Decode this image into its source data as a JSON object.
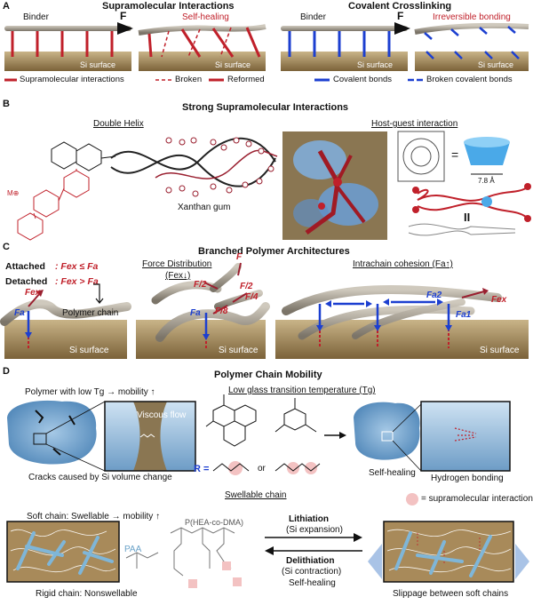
{
  "panel_a": {
    "letter": "A",
    "title_left": "Supramolecular Interactions",
    "title_right": "Covalent Crosslinking",
    "binder_1": "Binder",
    "binder_2": "Binder",
    "force_1": "F",
    "force_2": "F",
    "self_healing": "Self-healing",
    "irreversible": "Irreversible bonding",
    "surface_1": "Si surface",
    "surface_2": "Si surface",
    "surface_3": "Si surface",
    "surface_4": "Si surface",
    "legend": {
      "supramolecular": "Supramolecular interactions",
      "broken": "Broken",
      "reformed": "Reformed",
      "covalent": "Covalent bonds",
      "broken_covalent": "Broken covalent  bonds"
    }
  },
  "panel_b": {
    "letter": "B",
    "title": "Strong Supramolecular Interactions",
    "double_helix": "Double Helix",
    "host_guest": "Host-guest interaction",
    "xanthan": "Xanthan gum",
    "angstrom": "7.8 Å",
    "eq": "=",
    "parallel": "II",
    "m_plus": "M⊕"
  },
  "panel_c": {
    "letter": "C",
    "title": "Branched Polymer Architectures",
    "attached_label": "Attached",
    "attached_formula": ": Fex ≤ Fa",
    "detached_label": "Detached",
    "detached_formula": ": Fex > Fa",
    "force_distribution": "Force Distribution",
    "fex_down": "(Fex↓)",
    "intrachain": "Intrachain cohesion (Fa↑)",
    "polymer_chain": "Polymer chain",
    "fex": "Fex",
    "fa": "Fa",
    "f": "F",
    "f2a": "F/2",
    "f2b": "F/2",
    "f4": "F/4",
    "f8": "F/8",
    "fa_mid": "Fa",
    "fa2": "Fa2",
    "fa1": "Fa1",
    "fex_right": "Fex",
    "surface_1": "Si surface",
    "surface_2": "Si surface",
    "surface_3": "Si surface"
  },
  "panel_d": {
    "letter": "D",
    "title": "Polymer Chain Mobility",
    "low_tg_polymer": "Polymer with low Tg → mobility ↑",
    "viscous_flow": "Viscous flow",
    "cracks": "Cracks caused by Si volume change",
    "low_tg_heading": "Low glass transition temperature (Tg)",
    "r_eq": "R =",
    "or": "or",
    "self_healing": "Self-healing",
    "hydrogen_bonding": "Hydrogen bonding",
    "supra_sites": "= supramolecular interaction sites",
    "swellable_heading": "Swellable chain",
    "soft_chain": "Soft chain: Swellable → mobility ↑",
    "rigid_chain": "Rigid chain: Nonswellable",
    "copolymer": "P(HEA-co-DMA)",
    "paa": "PAA",
    "lithiation": "Lithiation",
    "si_expansion": "(Si expansion)",
    "delithiation": "Delithiation",
    "si_contraction": "(Si contraction)",
    "self_healing_2": "Self-healing",
    "slippage": "Slippage between soft chains"
  },
  "colors": {
    "red": "#c0202a",
    "blue": "#1c3fd0",
    "surface": "#a88a5a",
    "binder": "#8a8478",
    "sky": "#8ab4d8",
    "pink": "#f3c2c2"
  }
}
